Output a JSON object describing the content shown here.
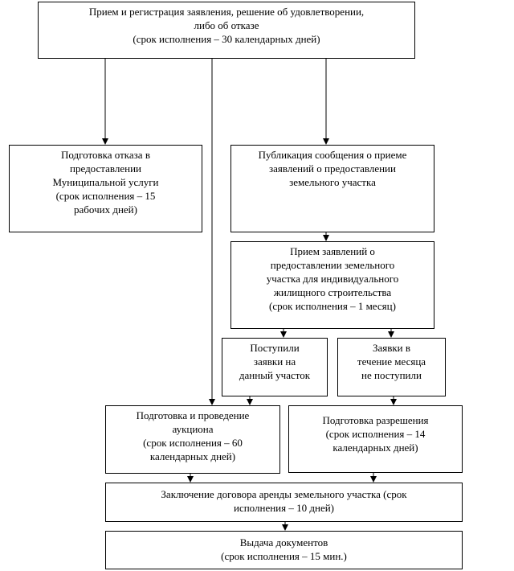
{
  "boxes": {
    "registration": [
      "Прием и регистрация заявления, решение об удовлетворении,",
      "либо об отказе",
      "(срок исполнения – 30 календарных дней)"
    ],
    "refusal": [
      "Подготовка отказа в",
      "предоставлении",
      "Муниципальной услуги",
      "(срок исполнения – 15",
      "рабочих дней)"
    ],
    "publication": [
      "Публикация сообщения о приеме",
      "заявлений о предоставлении",
      "земельного участка"
    ],
    "acceptance": [
      "Прием заявлений о",
      "предоставлении земельного",
      "участка для индивидуального",
      "жилищного строительства",
      "(срок исполнения – 1 месяц)"
    ],
    "received": [
      "Поступили",
      "заявки на",
      "данный участок"
    ],
    "not_received": [
      "Заявки в",
      "течение месяца",
      "не поступили"
    ],
    "auction": [
      "Подготовка и проведение",
      "аукциона",
      "(срок исполнения – 60",
      "календарных дней)"
    ],
    "permit": [
      "Подготовка разрешения",
      "(срок исполнения – 14",
      "календарных дней)"
    ],
    "contract": [
      "Заключение договора аренды земельного участка (срок",
      "исполнения – 10 дней)"
    ],
    "issue": [
      "Выдача документов",
      "(срок исполнения – 15 мин.)"
    ]
  }
}
